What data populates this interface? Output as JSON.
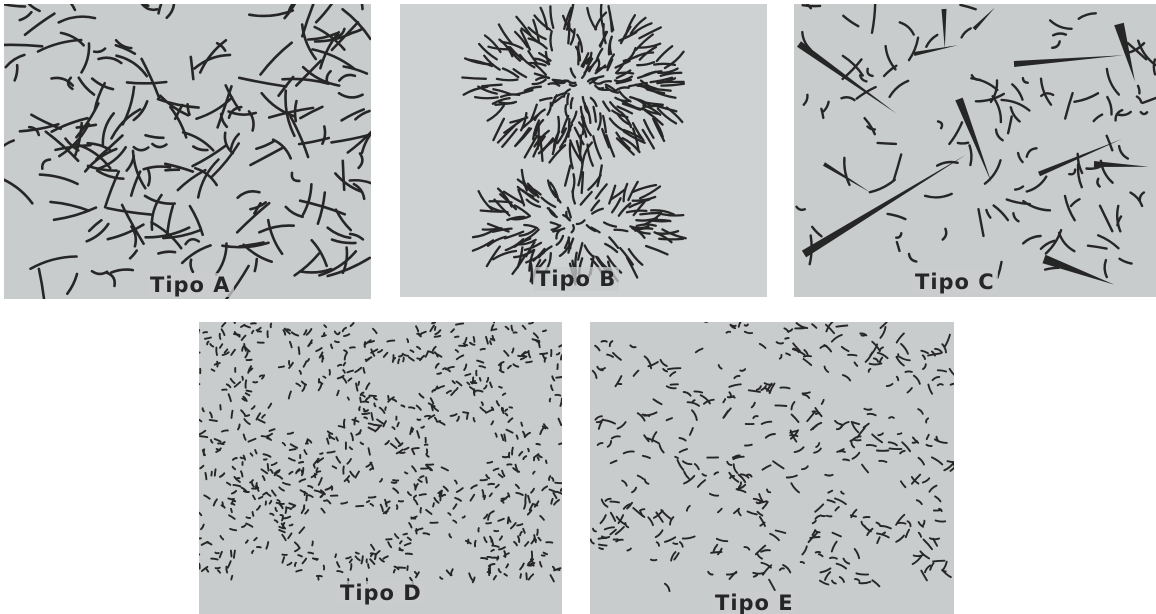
{
  "panels": [
    {
      "id": "a",
      "label": "Tipo A"
    },
    {
      "id": "b",
      "label": "Tipo B"
    },
    {
      "id": "c",
      "label": "Tipo C"
    },
    {
      "id": "d",
      "label": "Tipo D"
    },
    {
      "id": "e",
      "label": "Tipo E"
    }
  ],
  "colors": {
    "background": "#ffffff",
    "panel": "#c9cccd",
    "ink": "#262626"
  }
}
